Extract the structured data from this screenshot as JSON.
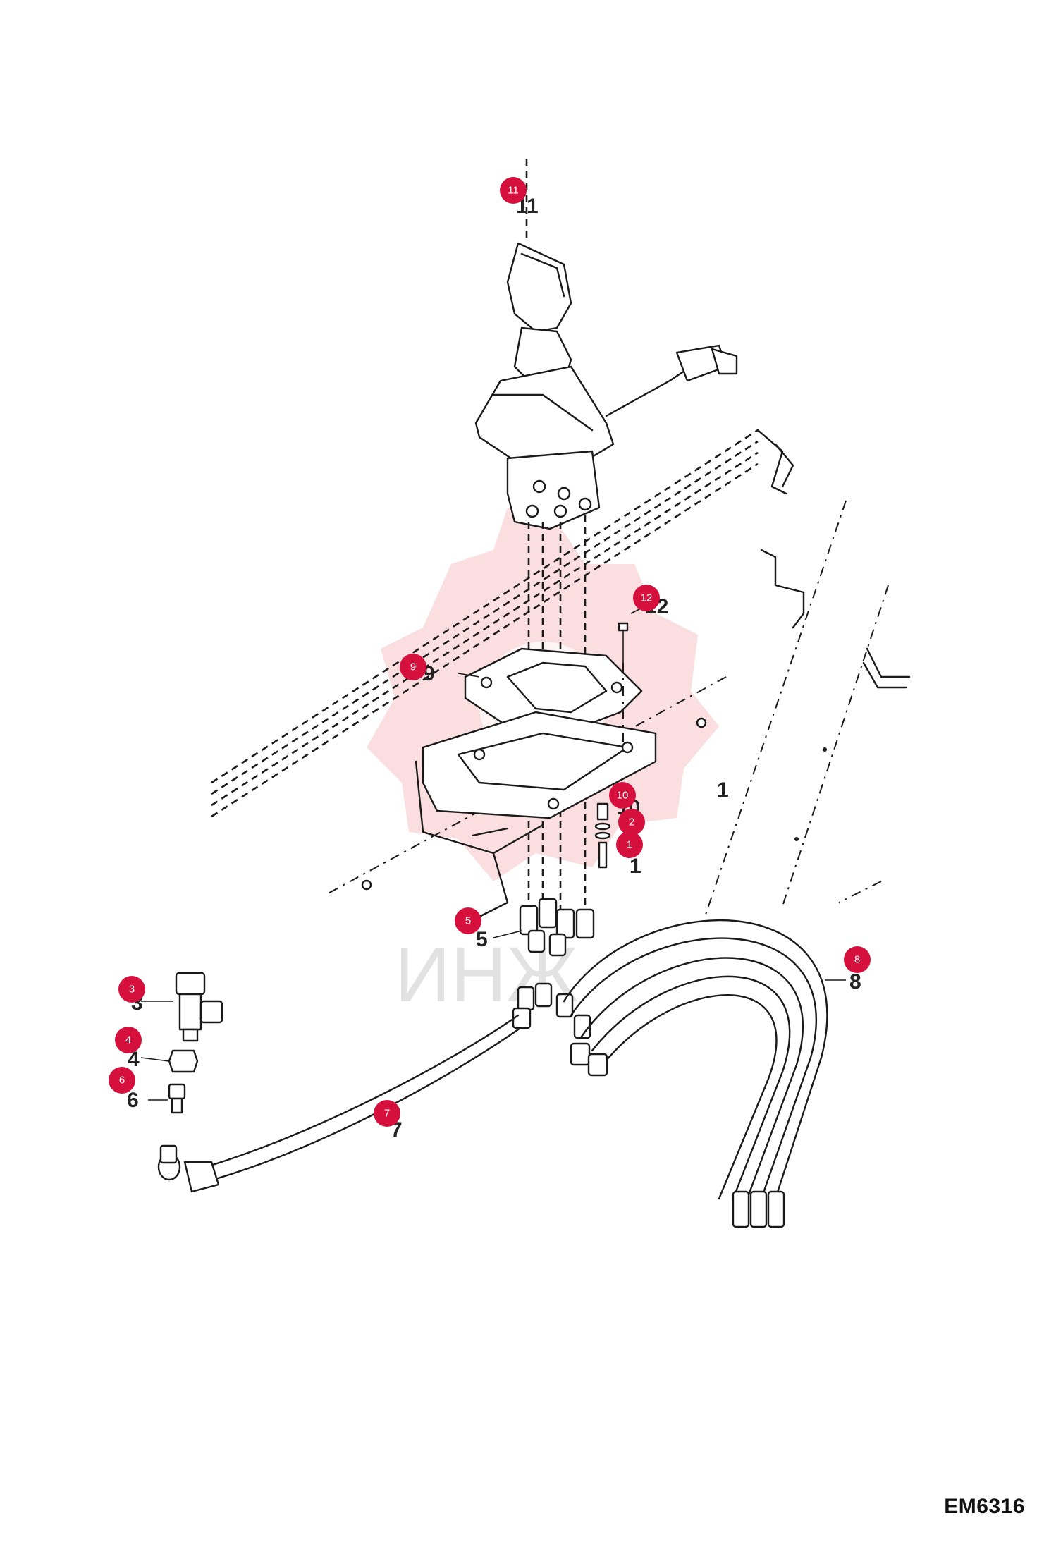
{
  "drawing_code": "EM6316",
  "watermark_text": "ИНЖ",
  "badges": [
    "11",
    "12",
    "9",
    "10",
    "2",
    "1",
    "5",
    "8",
    "3",
    "4",
    "6",
    "7"
  ],
  "part_labels": [
    "11",
    "12",
    "9",
    "10",
    "2",
    "1",
    "5",
    "8",
    "3",
    "4",
    "6",
    "7",
    "1"
  ],
  "colors": {
    "badge": "#d6103c",
    "line": "#1a1a1a",
    "watermark": "#f3a0a6"
  }
}
